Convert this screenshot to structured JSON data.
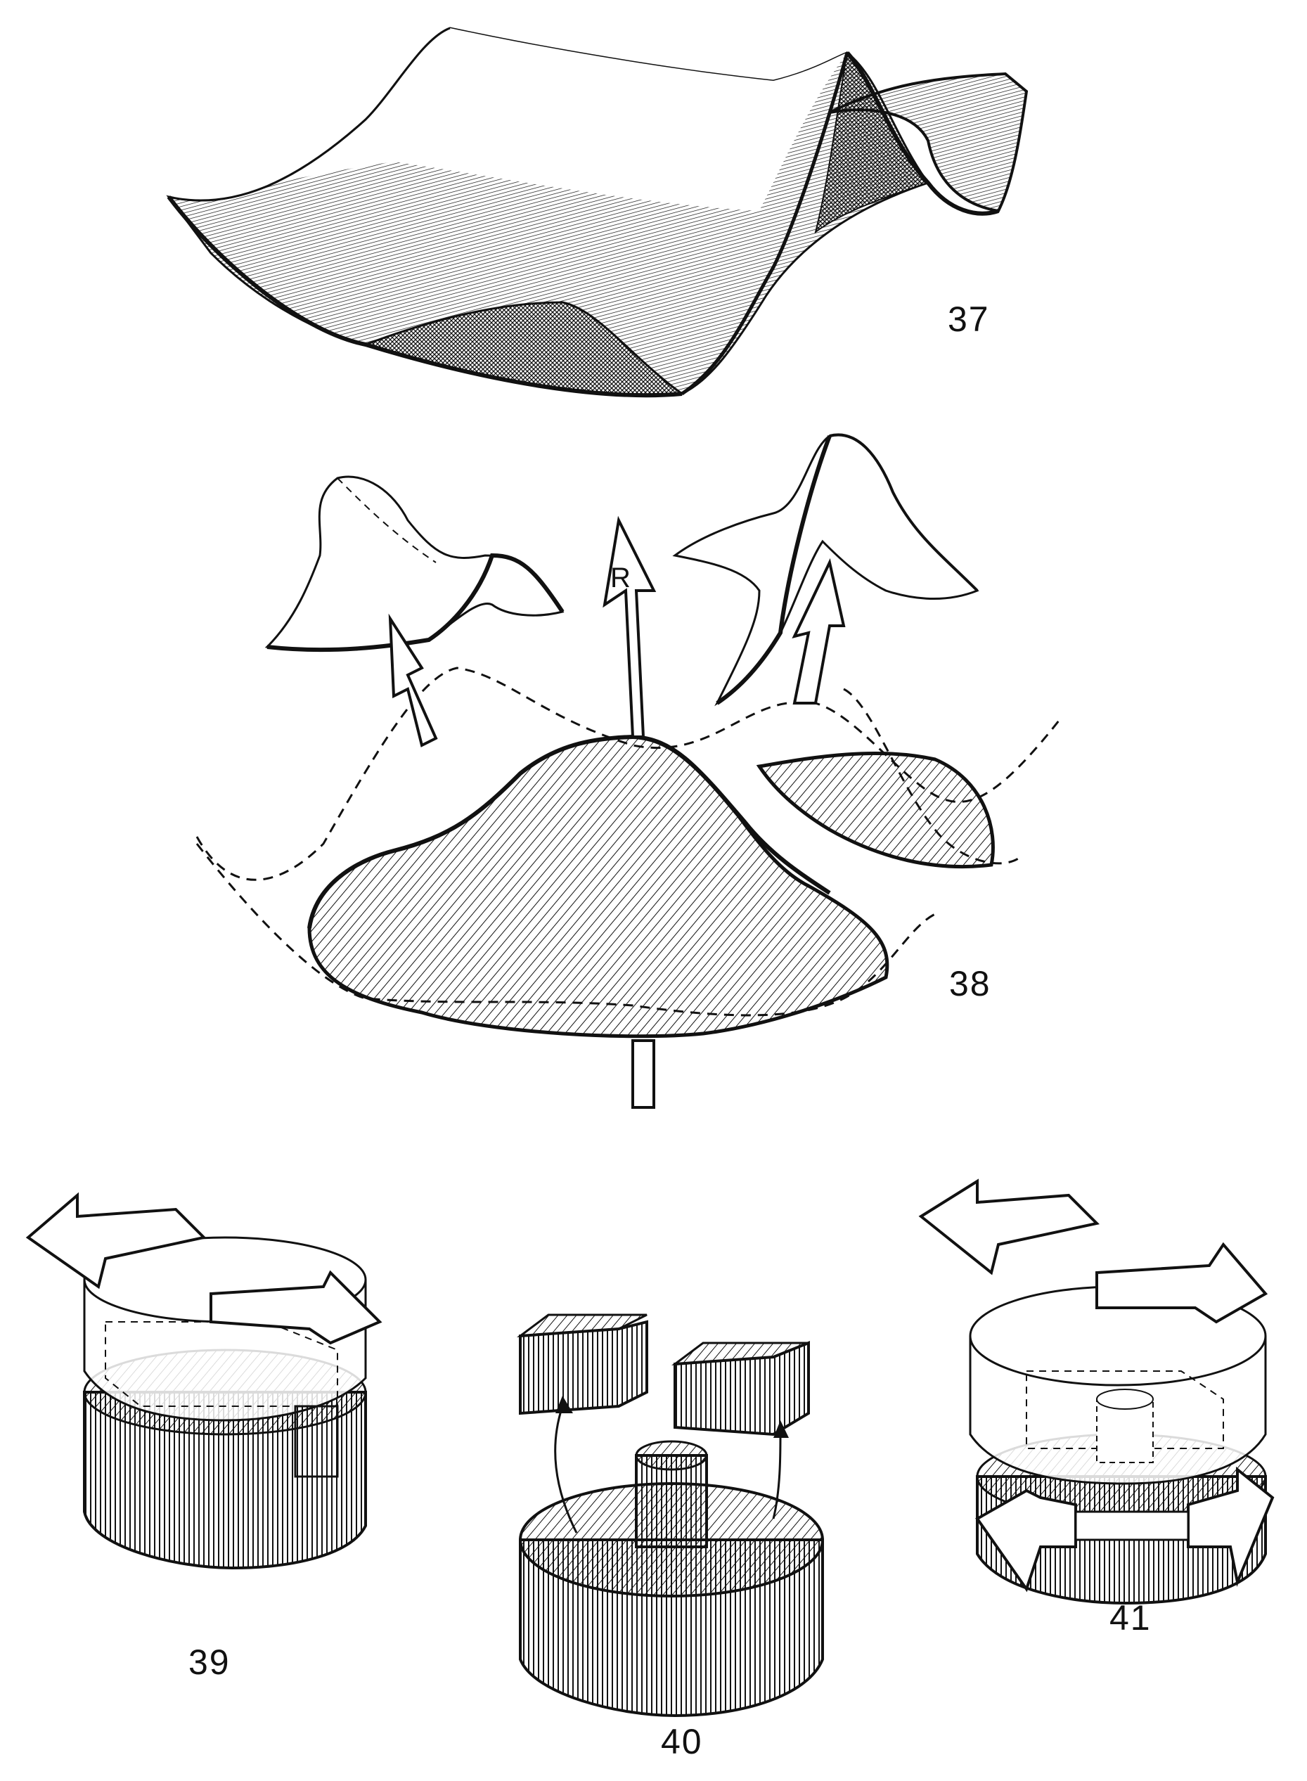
{
  "figures": [
    {
      "id": "fig-37",
      "label": "37"
    },
    {
      "id": "fig-38",
      "label": "38",
      "arrow_label": "R"
    },
    {
      "id": "fig-39",
      "label": "39"
    },
    {
      "id": "fig-40",
      "label": "40"
    },
    {
      "id": "fig-41",
      "label": "41"
    }
  ],
  "colors": {
    "ink": "#111111",
    "paper": "#ffffff"
  }
}
